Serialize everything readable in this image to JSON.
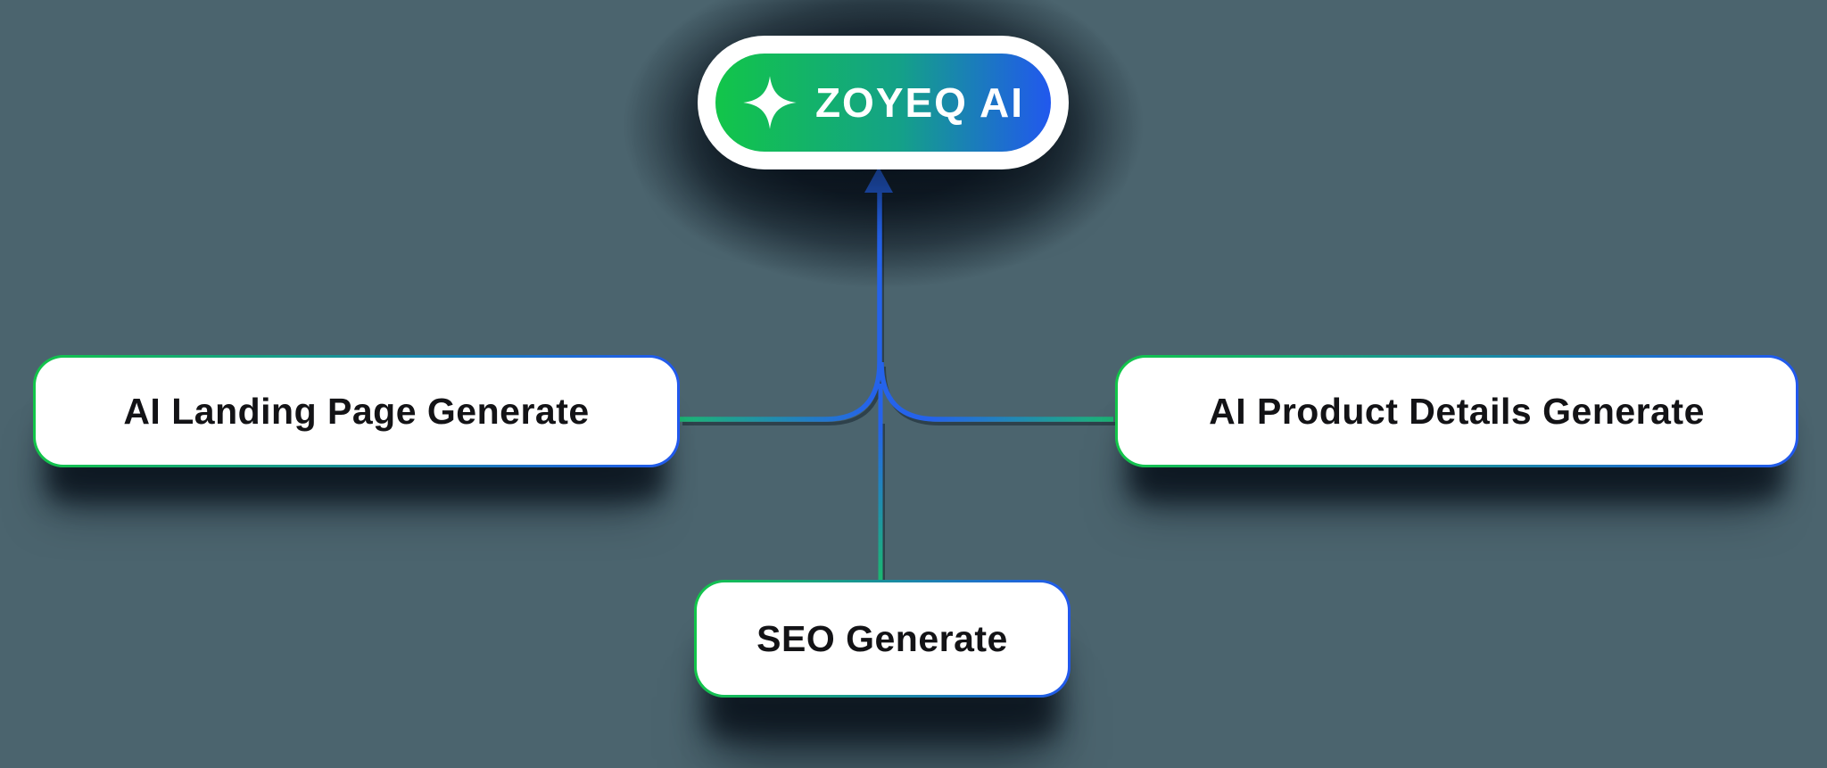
{
  "diagram": {
    "root_node": {
      "label": "ZOYEQ AI",
      "icon": "sparkle-icon"
    },
    "nodes": [
      {
        "id": "landing",
        "label": "AI Landing Page Generate"
      },
      {
        "id": "product",
        "label": "AI Product Details Generate"
      },
      {
        "id": "seo",
        "label": "SEO Generate"
      }
    ],
    "colors": {
      "background": "#4b646e",
      "gradient_green": "#12c549",
      "gradient_blue": "#2158ee",
      "line_green": "#1cb573",
      "line_blue": "#2563eb",
      "shadow": "#0a1621",
      "node_bg": "#ffffff",
      "node_text": "#131316",
      "root_text": "#ffffff"
    }
  }
}
